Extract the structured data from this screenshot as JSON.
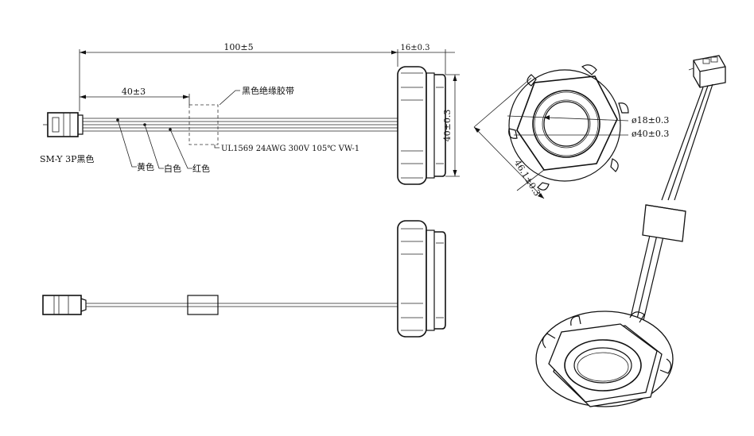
{
  "dimensions": {
    "total_length": "100±5",
    "tape_offset": "40±3",
    "thread_length": "16±0.3",
    "body_height": "40±0.3",
    "hex_across": "46.1±0.3",
    "inner_diameter": "ø18±0.3",
    "outer_diameter": "ø40±0.3"
  },
  "labels": {
    "tape": "黑色绝缘胶带",
    "cable_spec": "UL1569 24AWG 300V 105℃ VW-1",
    "connector": "SM-Y 3P黑色",
    "wire_yellow": "黄色",
    "wire_white": "白色",
    "wire_red": "红色"
  }
}
